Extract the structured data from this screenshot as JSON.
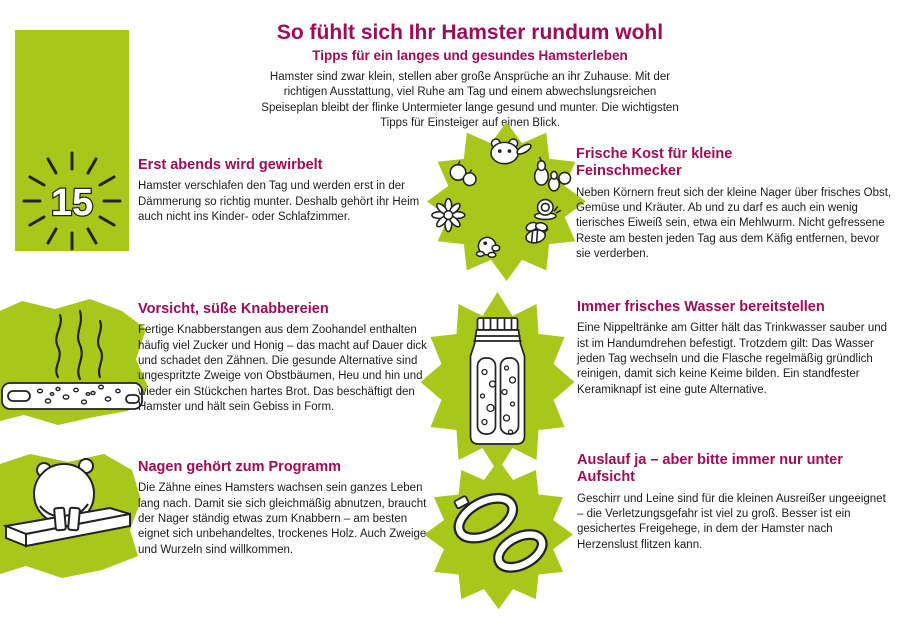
{
  "colors": {
    "accent_green": "#a8c71a",
    "accent_magenta": "#9d0c56",
    "text_black": "#1c1c1c",
    "background": "#ffffff"
  },
  "badge": {
    "value": "15"
  },
  "header": {
    "title": "So fühlt sich Ihr Hamster rundum wohl",
    "subtitle": "Tipps für ein langes und gesundes Hamsterleben",
    "intro": "Hamster sind zwar klein, stellen aber große Ansprüche an ihr Zuhause. Mit der richtigen Ausstattung, viel Ruhe am Tag und einem abwechslungsreichen Speiseplan bleibt der flinke Untermieter lange gesund und munter. Die wichtigsten Tipps für Einsteiger auf einen Blick."
  },
  "sections": {
    "top_left": {
      "heading": "Erst abends wird gewirbelt",
      "body": "Hamster verschlafen den Tag und werden erst in der Dämmerung so richtig munter. Deshalb gehört ihr Heim auch nicht ins Kinder- oder Schlafzimmer."
    },
    "top_right": {
      "heading": "Frische Kost für kleine Feinschmecker",
      "body": "Neben Körnern freut sich der kleine Nager über frisches Obst, Gemüse und Kräuter. Ab und zu darf es auch ein wenig tierisches Eiweiß sein, etwa ein Mehlwurm. Nicht gefressene Reste am besten jeden Tag aus dem Käfig entfernen, bevor sie verderben."
    },
    "mid_left": {
      "heading": "Vorsicht, süße Knabbereien",
      "body": "Fertige Knabberstangen aus dem Zoohandel enthalten häufig viel Zucker und Honig – das macht auf Dauer dick und schadet den Zähnen. Die gesunde Alternative sind ungespritzte Zweige von Obstbäumen, Heu und hin und wieder ein Stückchen hartes Brot. Das beschäftigt den Hamster und hält sein Gebiss in Form."
    },
    "mid_right": {
      "heading": "Immer frisches Wasser bereitstellen",
      "body": "Eine Nippeltränke am Gitter hält das Trinkwasser sauber und ist im Handumdrehen befestigt. Trotzdem gilt: Das Wasser jeden Tag wechseln und die Flasche regelmäßig gründlich reinigen, damit sich keine Keime bilden. Ein standfester Keramiknapf ist eine gute Alternative."
    },
    "bottom_left": {
      "heading": "Nagen gehört zum Programm",
      "body": "Die Zähne eines Hamsters wachsen sein ganzes Leben lang nach. Damit sie sich gleichmäßig abnutzen, braucht der Nager ständig etwas zum Knabbern – am besten eignet sich unbehandeltes, trockenes Holz. Auch Zweige und Wurzeln sind willkommen."
    },
    "bottom_right": {
      "heading": "Auslauf ja – aber bitte immer nur unter Aufsicht",
      "body": "Geschirr und Leine sind für die kleinen Ausreißer ungeeignet – die Verletzungsgefahr ist viel zu groß. Besser ist ein gesichertes Freigehege, in dem der Hamster nach Herzenslust flitzen kann."
    }
  },
  "illustrations": {
    "badge": "number-15-starburst",
    "wreath": "wreath-of-fruits-flowers-and-garden-critters",
    "nibble_stick": "steaming-seed-nibble-stick",
    "water_bottle": "sparkling-water-bottle",
    "hamster": "hamster-gnawing-wooden-beam",
    "harness": "figure-eight-band"
  }
}
